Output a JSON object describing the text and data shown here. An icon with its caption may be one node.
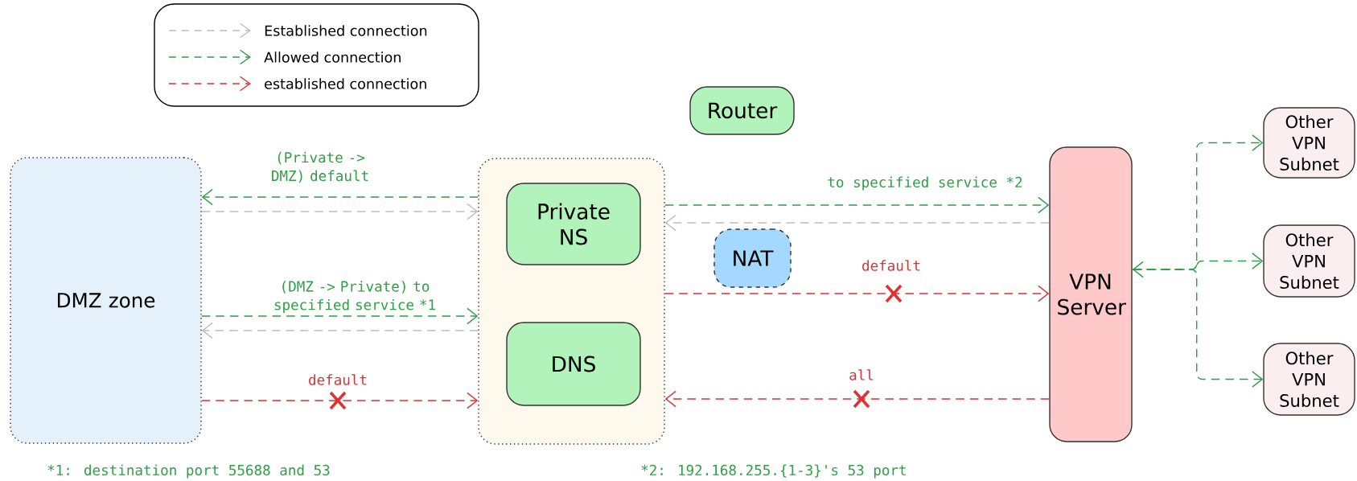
{
  "diagram": {
    "nodes": [
      {
        "text": [
          "DMZ zone"
        ]
      },
      {
        "text": [],
        "shape": "box"
      },
      {
        "text": [
          "Private NS"
        ],
        "in": 1
      },
      {
        "text": [
          "DNS"
        ],
        "in": 1
      },
      {
        "text": [
          "Router"
        ]
      },
      {
        "text": [
          "NAT"
        ]
      },
      {
        "text": [
          "VPN Server"
        ]
      },
      {
        "text": [
          "Other VPN Subnet"
        ]
      },
      {
        "text": [
          "Other VPN Subnet"
        ]
      },
      {
        "text": [
          "Other VPN Subnet"
        ]
      }
    ],
    "edges": [
      {
        "from": 1,
        "to": 0,
        "arrow": "to",
        "style": "dashed",
        "label": "(Private -> DMZ) default"
      },
      {
        "from": 0,
        "to": 1,
        "arrow": "to",
        "style": "dashed",
        "color": "#bdbdbd"
      },
      {
        "from": 0,
        "to": 1,
        "arrow": "to",
        "style": "dashed",
        "label": "(DMZ -> Private) to specified service *1"
      },
      {
        "from": 1,
        "to": 0,
        "arrow": "to",
        "style": "dashed",
        "color": "#bdbdbd"
      },
      {
        "from": 0,
        "to": 1,
        "arrow": "to",
        "style": "dashed",
        "color": "#e03131",
        "label": "default"
      },
      {
        "from": 1,
        "to": 6,
        "arrow": "to",
        "style": "dashed",
        "label": "to specified service *2"
      },
      {
        "from": 6,
        "to": 1,
        "arrow": "to",
        "style": "dashed",
        "color": "#bdbdbd"
      },
      {
        "from": 1,
        "to": 6,
        "arrow": "to",
        "style": "dashed",
        "color": "#e03131",
        "label": "default"
      },
      {
        "from": 6,
        "to": 1,
        "arrow": "to",
        "style": "dashed",
        "color": "#e03131",
        "label": "all"
      },
      {
        "from": 6,
        "to": 7,
        "arrow": "to",
        "style": "dashed"
      },
      {
        "from": 6,
        "to": 8,
        "arrow": "both",
        "style": "dashed"
      },
      {
        "from": 6,
        "to": 9,
        "arrow": "to",
        "style": "dashed"
      }
    ],
    "labels": [
      "*1: destination port 55688 and 53",
      "*2: 192.168.255.{1-3}'s 53 port"
    ],
    "legend": [
      {
        "text": "Established connection"
      },
      {
        "text": "Allowed connection"
      },
      {
        "text": "established connection"
      }
    ]
  }
}
